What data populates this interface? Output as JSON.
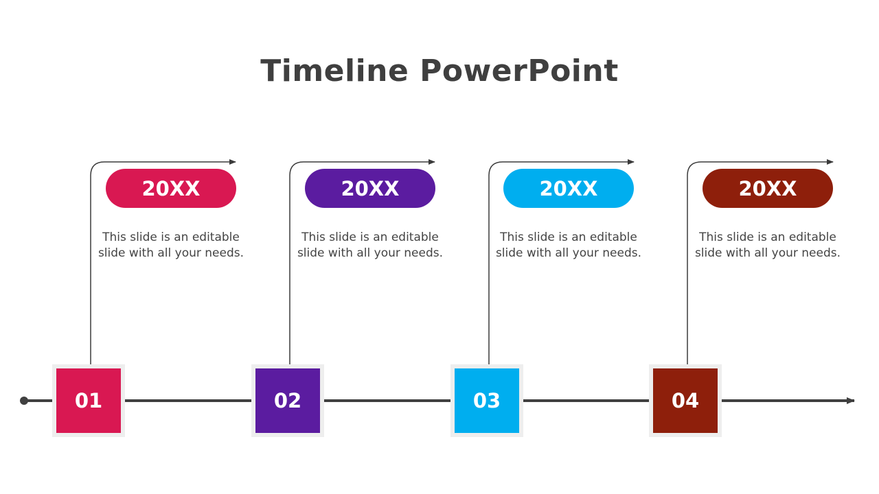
{
  "title": "Timeline PowerPoint",
  "steps": [
    {
      "number": "01",
      "year": "20XX",
      "text": "This slide is an editable slide with all your needs.",
      "color": "#d91852"
    },
    {
      "number": "02",
      "year": "20XX",
      "text": "This slide is an editable slide with all your needs.",
      "color": "#5b1ca0"
    },
    {
      "number": "03",
      "year": "20XX",
      "text": "This slide is an editable slide with all your needs.",
      "color": "#00aeef"
    },
    {
      "number": "04",
      "year": "20XX",
      "text": "This slide is an editable slide with all your needs.",
      "color": "#8e1f0b"
    }
  ],
  "colors": {
    "title": "#3f3f3f",
    "axis": "#404040",
    "connector": "#3a3a3a",
    "box_frame": "#eeeeee",
    "description": "#444444"
  }
}
